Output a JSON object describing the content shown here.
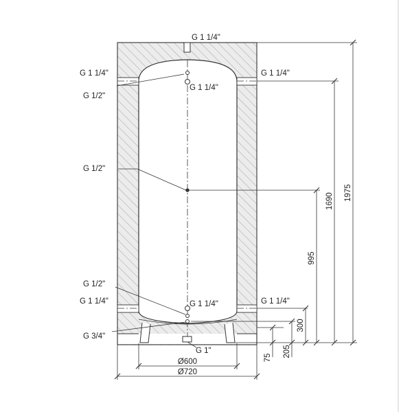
{
  "connections": {
    "top": "G 1 1/4\"",
    "upper_left": "G 1 1/4\"",
    "upper_right": "G 1 1/4\"",
    "upper_sensor": "G 1/2\"",
    "upper_center": "G 1 1/4\"",
    "middle_sensor": "G 1/2\"",
    "lower_sensor": "G 1/2\"",
    "lower_left": "G 1 1/4\"",
    "lower_center": "G 1 1/4\"",
    "lower_right": "G 1 1/4\"",
    "drain": "G 3/4\"",
    "bottom": "G 1\""
  },
  "dimensions": {
    "total_height": "1975",
    "upper_connection_height": "1690",
    "middle_sensor_height": "995",
    "lower_connection_height": "300",
    "drain_height": "205",
    "bottom_height": "75",
    "inner_diameter": "Ø600",
    "outer_diameter": "Ø720"
  }
}
